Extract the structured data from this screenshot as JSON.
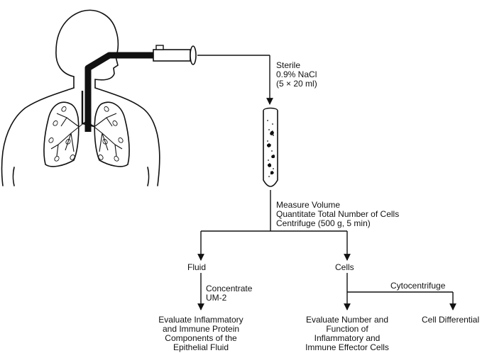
{
  "step1": {
    "line1": "Sterile",
    "line2": "0.9% NaCl",
    "line3": "(5 × 20 ml)"
  },
  "step2": {
    "line1": "Measure Volume",
    "line2": "Quantitate Total Number of Cells",
    "line3": "Centrifuge (500 g, 5 min)"
  },
  "fluid_branch": {
    "label": "Fluid",
    "process_line1": "Concentrate",
    "process_line2": "UM-2",
    "outcome_line1": "Evaluate Inflammatory",
    "outcome_line2": "and Immune Protein",
    "outcome_line3": "Components of the",
    "outcome_line4": "Epithelial Fluid"
  },
  "cells_branch": {
    "label": "Cells",
    "process": "Cytocentrifuge",
    "outcome_line1": "Evaluate Number and",
    "outcome_line2": "Function of",
    "outcome_line3": "Inflammatory and",
    "outcome_line4": "Immune Effector Cells",
    "differential": "Cell Differential"
  }
}
